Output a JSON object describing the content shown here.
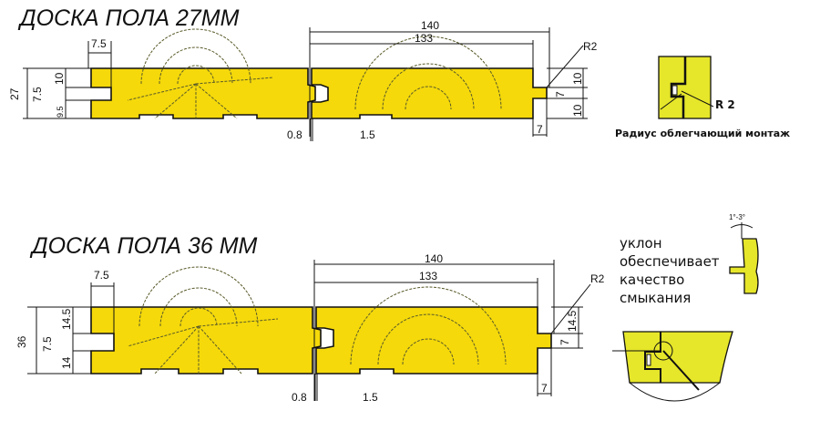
{
  "top_section": {
    "title": "ДОСКА ПОЛА 27ММ",
    "dims": {
      "width_total": "140",
      "width_working": "133",
      "groove_depth": "7.5",
      "thickness": "27",
      "top_lip": "10",
      "groove_height": "7.5",
      "bottom_lip": "9.5",
      "gap": "0.8",
      "relief": "1.5",
      "tongue_length": "7",
      "right_top": "10",
      "right_tongue": "7",
      "right_bottom": "10",
      "radius": "R2"
    }
  },
  "bottom_section": {
    "title": "ДОСКА ПОЛА 36 ММ",
    "dims": {
      "width_total": "140",
      "width_working": "133",
      "groove_depth": "7.5",
      "thickness": "36",
      "top_lip": "14.5",
      "groove_height": "7.5",
      "bottom_lip": "14",
      "gap": "0.8",
      "relief": "1.5",
      "tongue_length": "7",
      "right_top": "14.5",
      "right_tongue": "7",
      "radius": "R2"
    }
  },
  "detail_radius": {
    "label": "R 2",
    "caption": "Радиус облегчающий монтаж"
  },
  "detail_slope": {
    "angle": "1°-3°",
    "caption_lines": [
      "уклон",
      "обеспечивает",
      "качество",
      "смыкания"
    ]
  },
  "colors": {
    "wood": "#f5d90a",
    "detail_wood": "#e6e62a",
    "line": "#111111"
  }
}
